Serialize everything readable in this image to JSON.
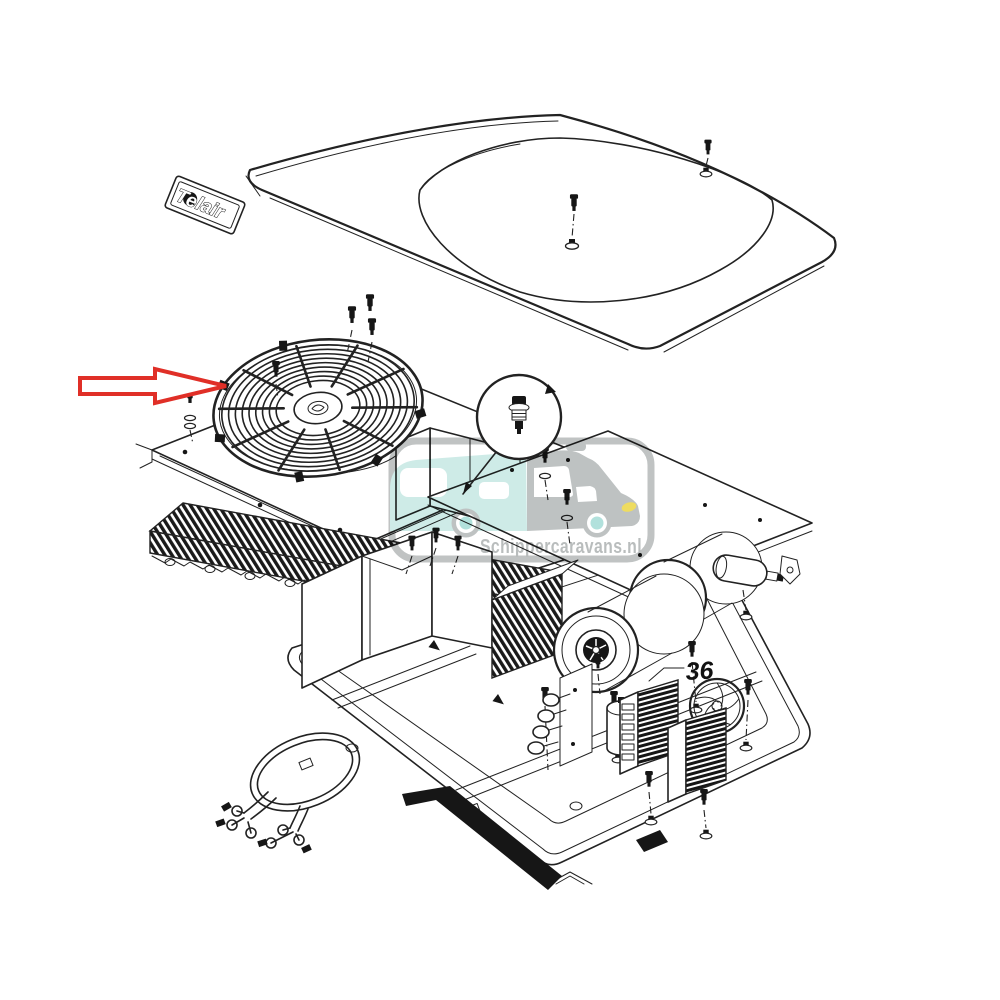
{
  "labels": {
    "brand_plate": "Telair",
    "part_number_36": "36",
    "watermark": "Schippercaravans.nl"
  },
  "colors": {
    "line": "#222222",
    "arrow_red": "#e02f27",
    "dark_fill": "#161616",
    "watermark_frame": "#b9bdbd",
    "watermark_teal": "#c9e9e5",
    "watermark_teal_dark": "#a9ded8",
    "watermark_gray": "#b7bcbc",
    "watermark_text": "#b2b6b6",
    "headlight_yellow": "#ecd94e",
    "paper": "#ffffff"
  }
}
